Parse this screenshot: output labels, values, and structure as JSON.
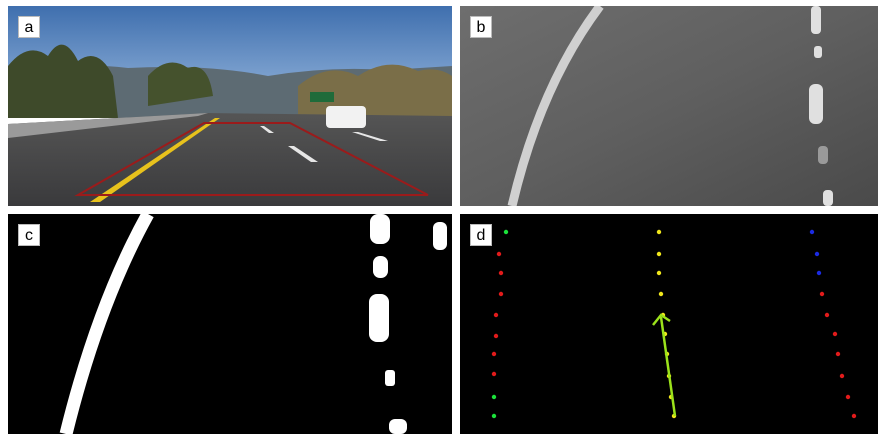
{
  "panels": [
    {
      "label": "a"
    },
    {
      "label": "b"
    },
    {
      "label": "c"
    },
    {
      "label": "d"
    }
  ],
  "colors": {
    "roi_outline": "#9b1b1b",
    "yellow_line": "#e8c21c",
    "arrow": "#9be21b",
    "dot_red": "#e21b1b",
    "dot_green": "#1be23a",
    "dot_blue": "#1b2be2",
    "dot_yellow": "#f0e61b"
  }
}
